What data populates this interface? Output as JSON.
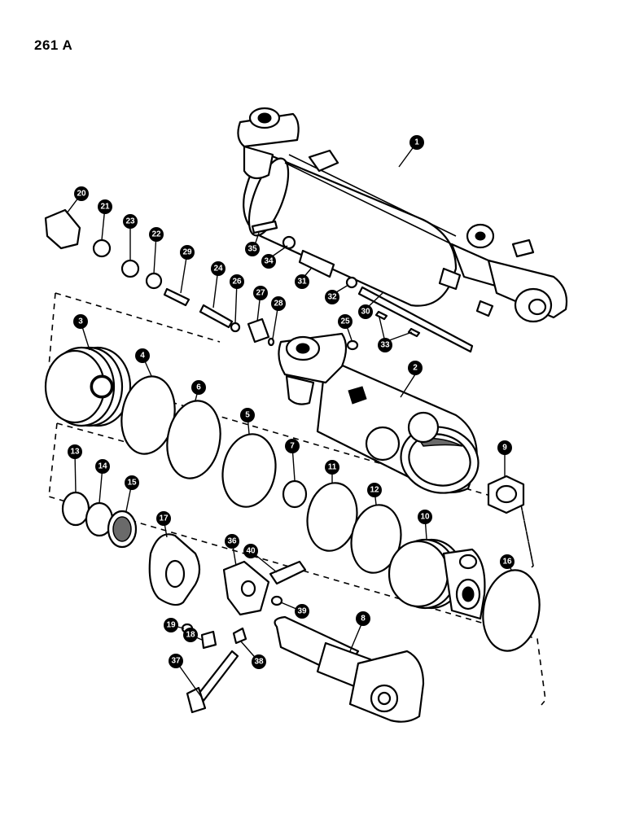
{
  "page_label": "261 A",
  "callouts": [
    "1",
    "2",
    "3",
    "4",
    "5",
    "6",
    "7",
    "8",
    "9",
    "10",
    "11",
    "12",
    "13",
    "14",
    "15",
    "16",
    "17",
    "18",
    "19",
    "20",
    "21",
    "22",
    "23",
    "24",
    "25",
    "26",
    "27",
    "28",
    "29",
    "30",
    "31",
    "32",
    "33",
    "34",
    "35",
    "36",
    "37",
    "38",
    "39",
    "40"
  ]
}
